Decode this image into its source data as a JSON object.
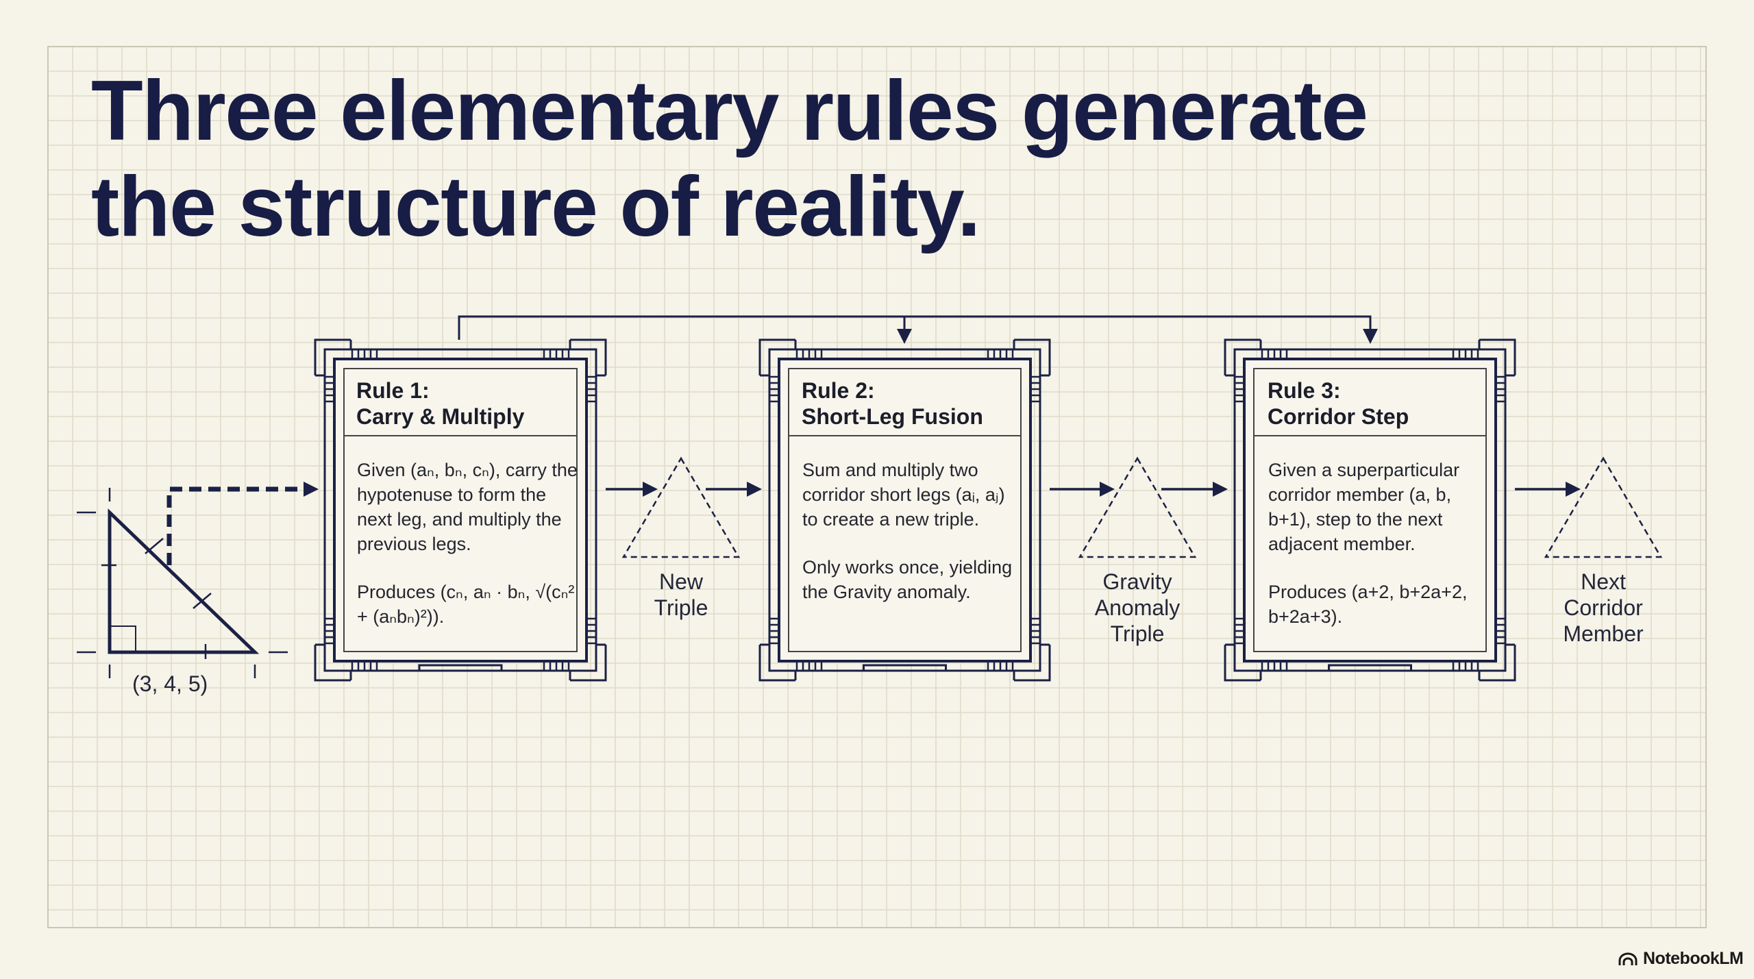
{
  "title": {
    "line1": "Three elementary rules generate",
    "line2": "the structure of reality."
  },
  "seed": {
    "label": "(3, 4, 5)",
    "icon": "right-triangle-icon"
  },
  "rules": [
    {
      "number": "Rule 1:",
      "name": "Carry & Multiply",
      "body": "Given (aₙ, bₙ, cₙ), carry the hypotenuse to form the next leg, and multiply the previous legs.",
      "body2": "Produces (cₙ, aₙ · bₙ, √(cₙ² + (aₙbₙ)²))."
    },
    {
      "number": "Rule 2:",
      "name": "Short-Leg Fusion",
      "body": "Sum and multiply two corridor short legs (aᵢ, aⱼ) to create a new triple.",
      "body2": "Only works once, yielding the Gravity anomaly."
    },
    {
      "number": "Rule 3:",
      "name": "Corridor Step",
      "body": "Given a superparticular corridor member (a, b, b+1), step to the next adjacent member.",
      "body2": "Produces (a+2, b+2a+2, b+2a+3)."
    }
  ],
  "outputs": [
    {
      "lines": [
        "New",
        "Triple"
      ]
    },
    {
      "lines": [
        "Gravity",
        "Anomaly",
        "Triple"
      ]
    },
    {
      "lines": [
        "Next",
        "Corridor",
        "Member"
      ]
    }
  ],
  "branding": {
    "logo_text": "NotebookLM",
    "icon": "notebooklm-logo-icon"
  },
  "colors": {
    "background": "#f6f3e8",
    "grid": "#dddbc9",
    "ink": "#1b2145"
  }
}
